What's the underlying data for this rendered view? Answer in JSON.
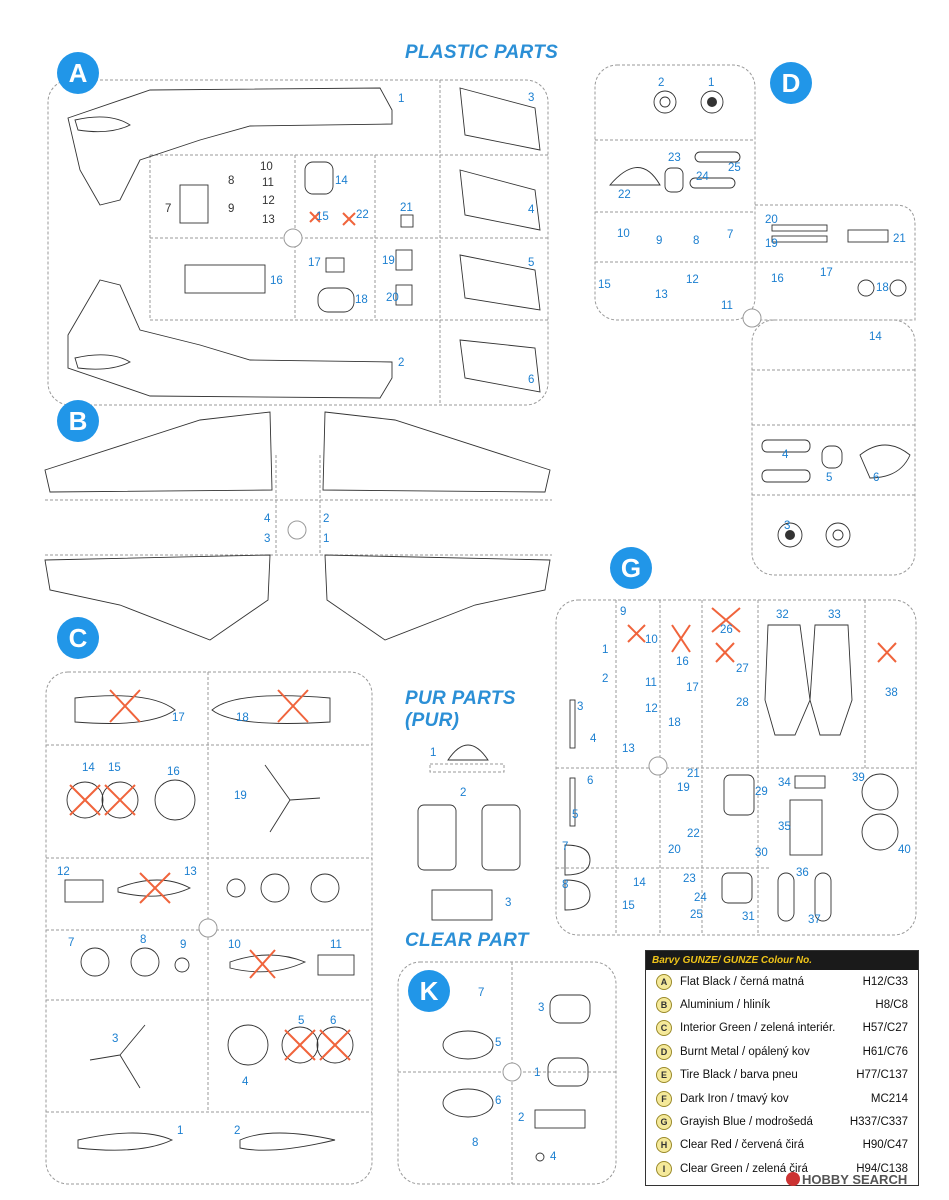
{
  "headings": {
    "plastic": "PLASTIC PARTS",
    "pur": "PUR PARTS",
    "pur_sub": "(PUR)",
    "clear": "CLEAR PART"
  },
  "sprue_letters": [
    "A",
    "B",
    "C",
    "D",
    "G",
    "K"
  ],
  "labels": {
    "A": [
      "1",
      "2",
      "3",
      "4",
      "5",
      "6",
      "7",
      "8",
      "9",
      "10",
      "11",
      "12",
      "13",
      "14",
      "15",
      "16",
      "17",
      "18",
      "19",
      "20",
      "21",
      "22"
    ],
    "B": [
      "1",
      "2",
      "3",
      "4"
    ],
    "C": [
      "1",
      "2",
      "3",
      "4",
      "5",
      "6",
      "7",
      "8",
      "9",
      "10",
      "11",
      "12",
      "13",
      "14",
      "15",
      "16",
      "17",
      "18",
      "19"
    ],
    "D": [
      "1",
      "2",
      "3",
      "4",
      "5",
      "6",
      "7",
      "8",
      "9",
      "10",
      "11",
      "12",
      "13",
      "14",
      "15",
      "16",
      "17",
      "18",
      "19",
      "20",
      "21",
      "22",
      "23",
      "24",
      "25"
    ],
    "G": [
      "1",
      "2",
      "3",
      "4",
      "5",
      "6",
      "7",
      "8",
      "9",
      "10",
      "11",
      "12",
      "13",
      "14",
      "15",
      "16",
      "17",
      "18",
      "19",
      "20",
      "21",
      "22",
      "23",
      "24",
      "25",
      "26",
      "27",
      "28",
      "29",
      "30",
      "31",
      "32",
      "33",
      "34",
      "35",
      "36",
      "37",
      "38",
      "39",
      "40"
    ],
    "PUR": [
      "1",
      "2",
      "3"
    ],
    "K": [
      "1",
      "2",
      "3",
      "4",
      "5",
      "6",
      "7",
      "8"
    ]
  },
  "legend": {
    "title": "Barvy GUNZE/ GUNZE Colour No.",
    "rows": [
      {
        "key": "A",
        "name": "Flat Black / černá matná",
        "code": "H12/C33"
      },
      {
        "key": "B",
        "name": "Aluminium / hliník",
        "code": "H8/C8"
      },
      {
        "key": "C",
        "name": "Interior Green / zelená interiér.",
        "code": "H57/C27"
      },
      {
        "key": "D",
        "name": "Burnt Metal / opálený kov",
        "code": "H61/C76"
      },
      {
        "key": "E",
        "name": "Tire Black / barva pneu",
        "code": "H77/C137"
      },
      {
        "key": "F",
        "name": "Dark Iron / tmavý kov",
        "code": "MC214"
      },
      {
        "key": "G",
        "name": "Grayish Blue / modrošedá",
        "code": "H337/C337"
      },
      {
        "key": "H",
        "name": "Clear Red / červená čirá",
        "code": "H90/C47"
      },
      {
        "key": "I",
        "name": "Clear Green / zelená čirá",
        "code": "H94/C138"
      }
    ]
  },
  "watermark": "HOBBY SEARCH",
  "colors": {
    "accent": "#2196e8",
    "label": "#1b7fd0",
    "cross": "#f0643c",
    "legend_key": "#f5e99a"
  }
}
